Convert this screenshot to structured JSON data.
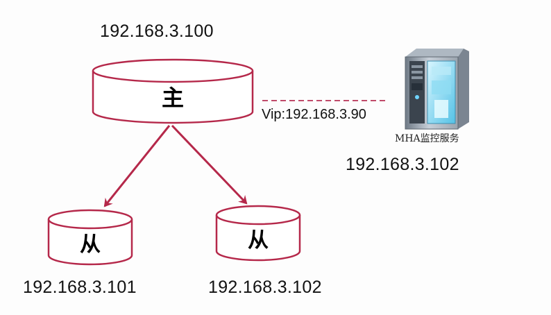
{
  "colors": {
    "cylinder_stroke": "#b5284a",
    "arrow": "#b5284a",
    "dashed_link": "#c04a6a",
    "background": "#ffffff",
    "text": "#111111"
  },
  "master": {
    "ip": "192.168.3.100",
    "label": "主"
  },
  "slaves": [
    {
      "ip": "192.168.3.101",
      "label": "从"
    },
    {
      "ip": "192.168.3.102",
      "label": "从"
    }
  ],
  "vip": {
    "label": "Vip:192.168.3.90"
  },
  "mha_monitor": {
    "caption": "MHA监控服务",
    "ip": "192.168.3.102",
    "icon": "server-tower-icon"
  }
}
